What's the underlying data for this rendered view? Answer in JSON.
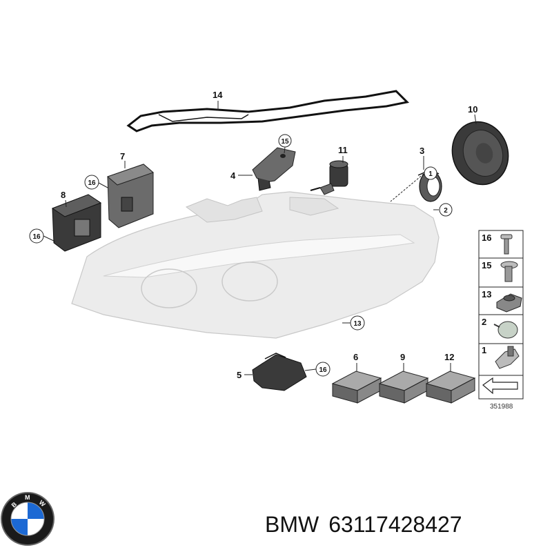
{
  "callouts": {
    "c1": "1",
    "c2": "2",
    "c3": "3",
    "c4": "4",
    "c5": "5",
    "c6": "6",
    "c7": "7",
    "c8": "8",
    "c9": "9",
    "c10": "10",
    "c11": "11",
    "c12": "12",
    "c13": "13",
    "c14": "14",
    "c15": "15",
    "c16": "16"
  },
  "legend": {
    "items": [
      "16",
      "15",
      "13",
      "2",
      "1"
    ]
  },
  "reference_number": "351988",
  "caption": {
    "brand": "BMW",
    "part_number": "63117428427"
  },
  "logo": {
    "letters": "BMW",
    "colors": {
      "blue": "#1c69d4",
      "white": "#ffffff",
      "ring": "#1a1a1a"
    }
  }
}
